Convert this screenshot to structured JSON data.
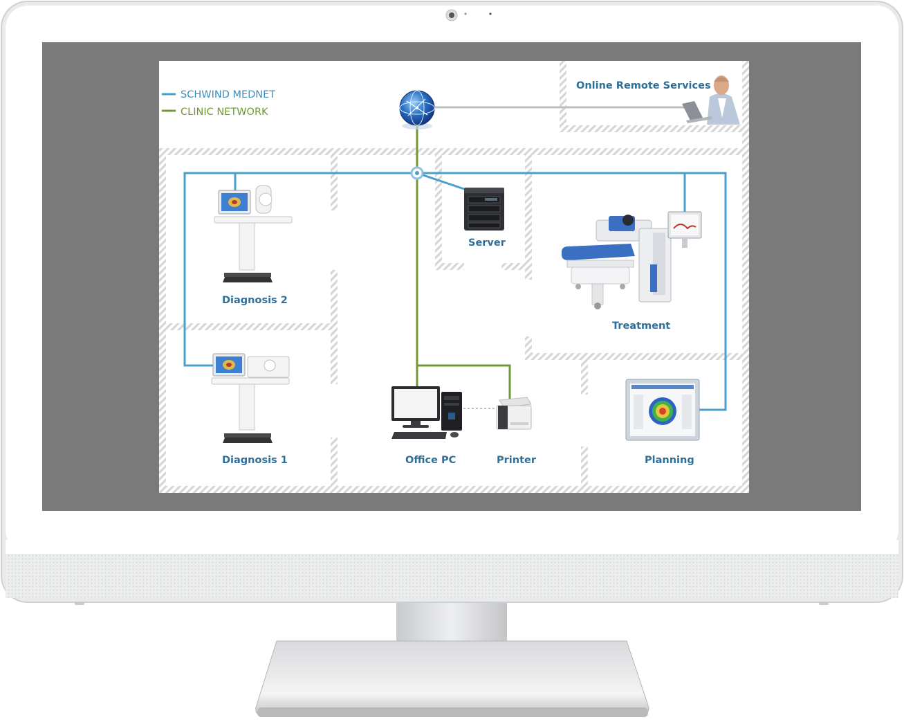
{
  "legend": {
    "items": [
      {
        "label": "SCHWIND MEDNET",
        "color": "#4a9fcb"
      },
      {
        "label": "CLINIC NETWORK",
        "color": "#6f9a33"
      }
    ]
  },
  "nodes": {
    "remote": "Online Remote Services",
    "server": "Server",
    "diagnosis2": "Diagnosis 2",
    "diagnosis1": "Diagnosis 1",
    "office_pc": "Office PC",
    "printer": "Printer",
    "treatment": "Treatment",
    "planning": "Planning"
  },
  "colors": {
    "mednet": "#4a9fcb",
    "clinic": "#6f9a33",
    "label": "#2f6f98",
    "bezel_screen": "#7a7a7a"
  }
}
